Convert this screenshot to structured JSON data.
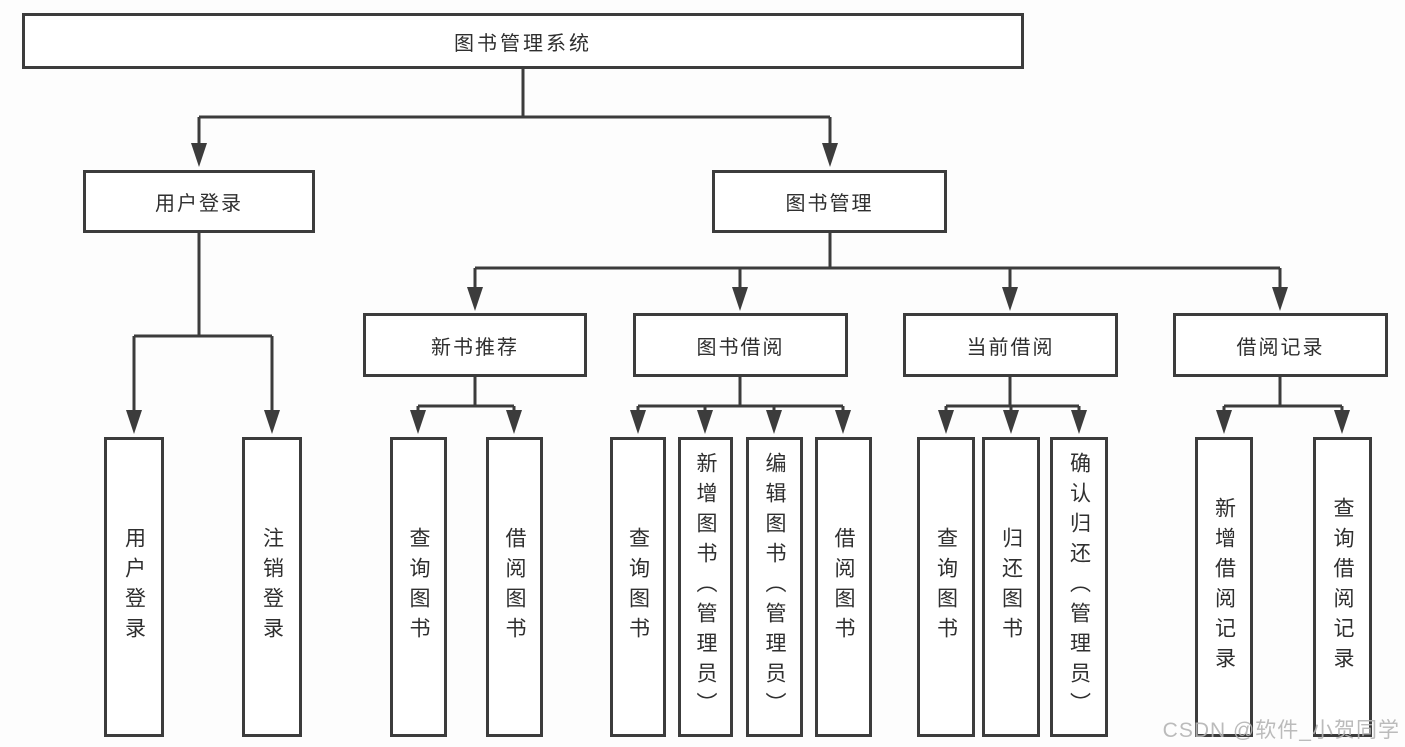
{
  "diagram": {
    "root": {
      "label": "图书管理系统"
    },
    "branches": [
      {
        "label": "用户登录",
        "children": [
          {
            "label": "用户登录"
          },
          {
            "label": "注销登录"
          }
        ]
      },
      {
        "label": "图书管理",
        "children": [
          {
            "label": "新书推荐",
            "children": [
              {
                "label": "查询图书"
              },
              {
                "label": "借阅图书"
              }
            ]
          },
          {
            "label": "图书借阅",
            "children": [
              {
                "label": "查询图书"
              },
              {
                "label": "新增图书（管理员）"
              },
              {
                "label": "编辑图书（管理员）"
              },
              {
                "label": "借阅图书"
              }
            ]
          },
          {
            "label": "当前借阅",
            "children": [
              {
                "label": "查询图书"
              },
              {
                "label": "归还图书"
              },
              {
                "label": "确认归还（管理员）"
              }
            ]
          },
          {
            "label": "借阅记录",
            "children": [
              {
                "label": "新增借阅记录"
              },
              {
                "label": "查询借阅记录"
              }
            ]
          }
        ]
      }
    ]
  },
  "watermark": {
    "text": "CSDN @软件_小贺同学"
  },
  "colors": {
    "line": "#3c3c3c",
    "text": "#2f2f2f",
    "watermark": "#b4b4b4",
    "bg": "#fdfdfd",
    "box_bg": "#ffffff"
  }
}
